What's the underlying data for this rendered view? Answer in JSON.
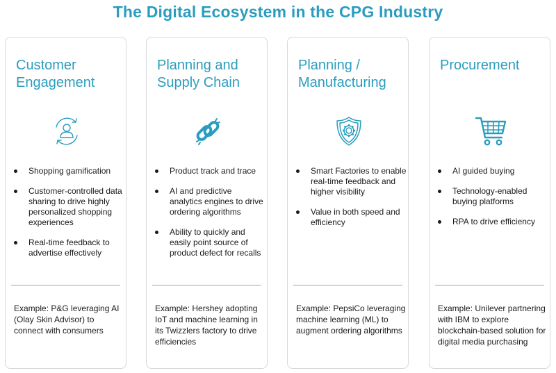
{
  "title": "The Digital Ecosystem in the CPG Industry",
  "colors": {
    "accent": "#2a9dbe",
    "divider": "#9aa0c8",
    "border": "#d8d8d8"
  },
  "cards": [
    {
      "title": "Customer Engagement",
      "icon": "user-refresh-icon",
      "bullets": [
        "Shopping gamification",
        "Customer-controlled data sharing to drive highly personalized shopping experiences",
        "Real-time feedback to advertise effectively"
      ],
      "example": "Example: P&G leveraging AI (Olay Skin Advisor) to connect with consumers"
    },
    {
      "title": "Planning and Supply Chain",
      "icon": "chain-link-icon",
      "bullets": [
        "Product track and trace",
        "AI and predictive analytics engines to drive ordering algorithms",
        "Ability to quickly and easily point source of product defect for recalls"
      ],
      "example": "Example: Hershey adopting IoT and machine learning in its Twizzlers factory to drive efficiencies"
    },
    {
      "title": "Planning / Manufacturing",
      "icon": "shield-gear-icon",
      "bullets": [
        "Smart Factories to enable real-time feedback and higher visibility",
        "Value in both speed and efficiency"
      ],
      "example": "Example: PepsiCo leveraging machine learning (ML) to augment ordering algorithms"
    },
    {
      "title": "Procurement",
      "icon": "shopping-cart-icon",
      "bullets": [
        "AI guided buying",
        "Technology-enabled buying platforms",
        "RPA to drive efficiency"
      ],
      "example": "Example: Unilever partnering with IBM to explore blockchain-based solution for digital media purchasing"
    }
  ]
}
